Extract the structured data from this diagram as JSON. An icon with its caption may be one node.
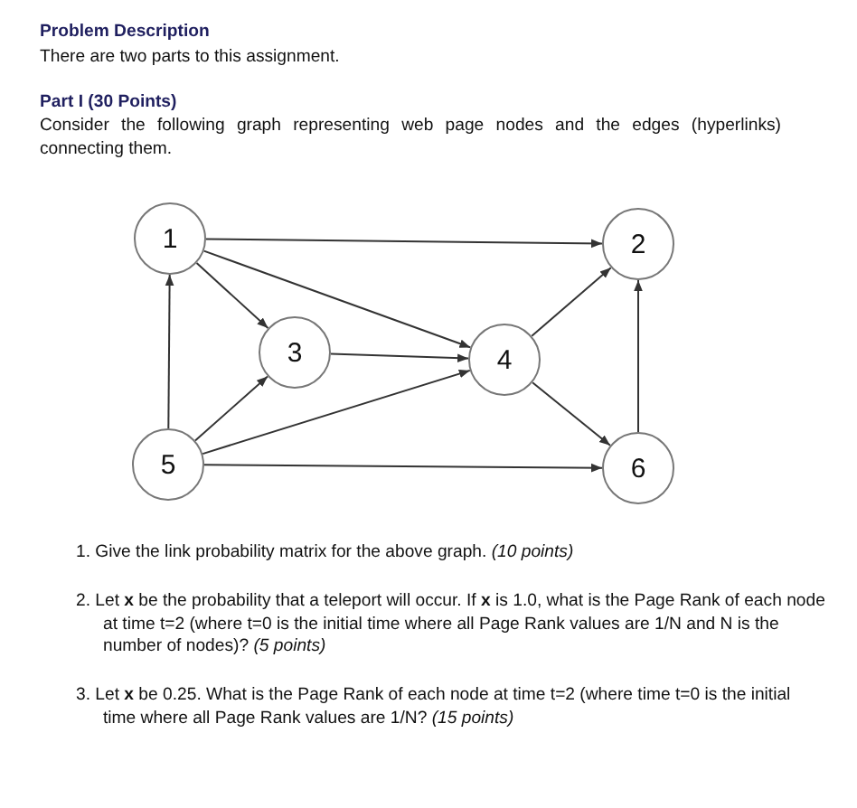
{
  "diagram": {
    "title": "Problem Description",
    "nodes": [
      {
        "text": [
          "1"
        ]
      },
      {
        "text": [
          "2"
        ]
      },
      {
        "text": [
          "3"
        ]
      },
      {
        "text": [
          "4"
        ]
      },
      {
        "text": [
          "5"
        ]
      },
      {
        "text": [
          "6"
        ]
      }
    ],
    "edges": [
      {
        "from": 0,
        "to": 1,
        "arrow": "to"
      },
      {
        "from": 0,
        "to": 2,
        "arrow": "to"
      },
      {
        "from": 0,
        "to": 3,
        "arrow": "to"
      },
      {
        "from": 2,
        "to": 3,
        "arrow": "to"
      },
      {
        "from": 3,
        "to": 1,
        "arrow": "to"
      },
      {
        "from": 3,
        "to": 5,
        "arrow": "to"
      },
      {
        "from": 5,
        "to": 1,
        "arrow": "to"
      },
      {
        "from": 4,
        "to": 0,
        "arrow": "to"
      },
      {
        "from": 4,
        "to": 2,
        "arrow": "to"
      },
      {
        "from": 4,
        "to": 3,
        "arrow": "to"
      },
      {
        "from": 4,
        "to": 5,
        "arrow": "to"
      }
    ],
    "labels": [
      "There are two parts to this assignment.",
      "Part I  (30 Points)",
      "Consider the following graph representing web page nodes and the edges (hyperlinks) connecting them.",
      "1. Give the link probability matrix for the above graph.  *(10 points)*",
      "2. Let **x** be the probability that a teleport will occur.  If **x** is 1.0, what is the Page Rank of each node at time t=2 (where t=0 is the initial time where all Page Rank values are 1/N and N is the number of nodes)?  *(5 points)*",
      "3. Let **x** be 0.25.  What is the Page Rank of each node at time t=2 (where time t=0 is the initial time where all Page Rank values are 1/N?  *(15 points)*"
    ]
  }
}
